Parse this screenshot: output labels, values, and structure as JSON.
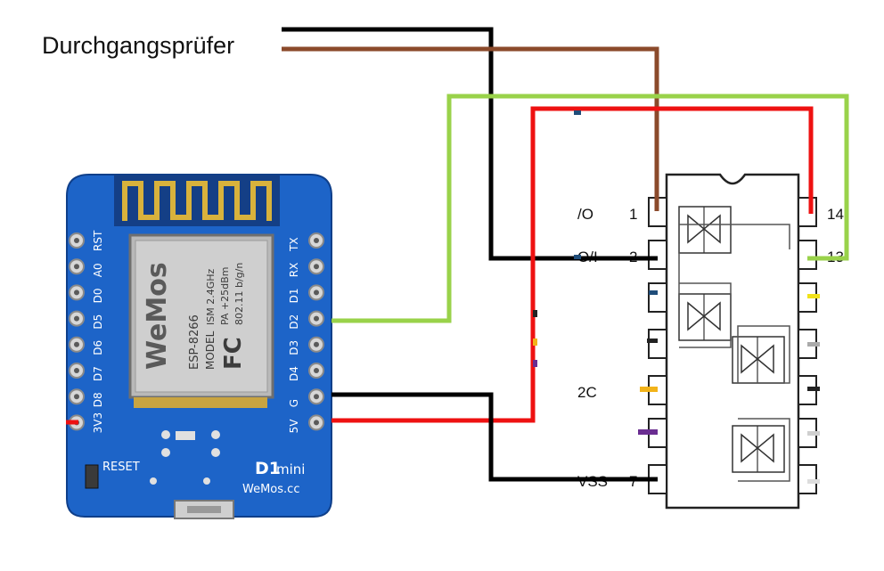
{
  "title": "Durchgangsprüfer",
  "board": {
    "pin_labels_left": [
      "RST",
      "A0",
      "D0",
      "D5",
      "D6",
      "D7",
      "D8",
      "3V3"
    ],
    "pin_labels_right": [
      "TX",
      "RX",
      "D1",
      "D2",
      "D3",
      "D4",
      "G",
      "5V"
    ],
    "reset_label": "RESET",
    "model_name": "D1",
    "model_suffix": "mini",
    "brand": "WeMos.cc",
    "module": {
      "logo": "WeMos",
      "chip": "ESP-8266",
      "model_line": "MODEL",
      "ism": "ISM 2.4GHz",
      "pa": "PA +25dBm",
      "wifi": "802.11 b/g/n",
      "cert": "FC"
    }
  },
  "ic": {
    "left_pin_numbers": [
      "1",
      "2",
      "",
      "",
      "",
      "",
      "7"
    ],
    "right_pin_numbers": [
      "14",
      "13"
    ],
    "left_pin_labels": [
      "/O",
      "O/I",
      "",
      "",
      "2C",
      "",
      "VSS"
    ]
  },
  "colors": {
    "black_wire": "#000000",
    "brown_wire": "#8b4a2b",
    "green_wire": "#99d24a",
    "red_wire": "#ee1111",
    "board_blue": "#1d64c8",
    "module_silver": "#b9b9b9",
    "ic_outline": "#222222",
    "switch_outline": "#333333"
  },
  "icons": [
    "wemos-d1-mini-board",
    "esp8266-module",
    "ic-4066-quad-switch",
    "usb-connector"
  ]
}
